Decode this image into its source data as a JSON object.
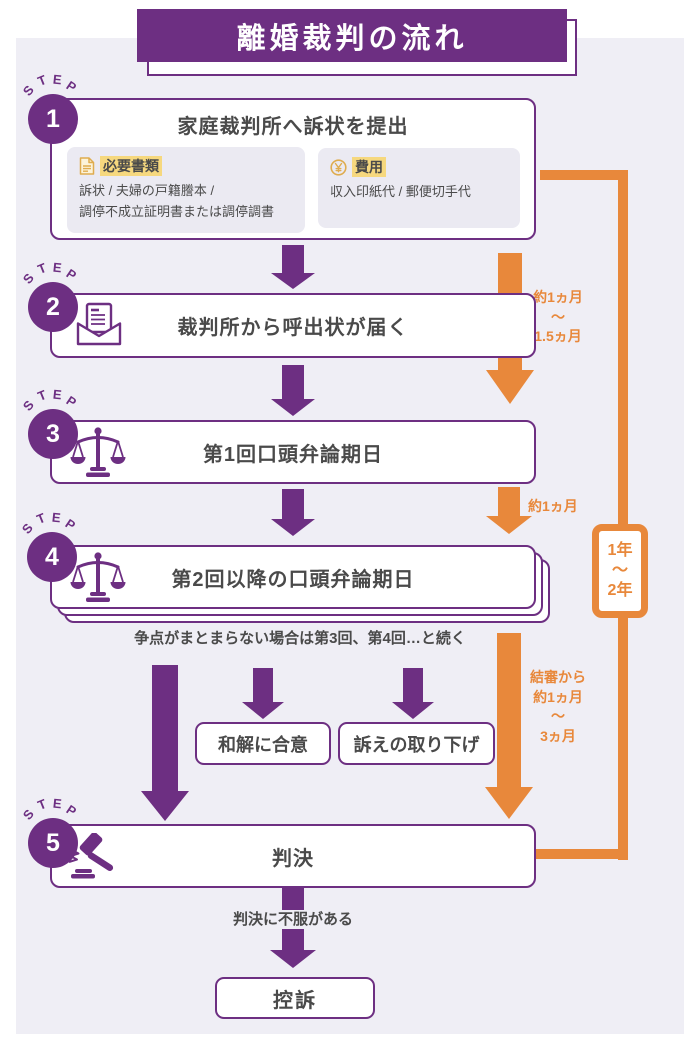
{
  "title": "離婚裁判の流れ",
  "step_word": [
    "S",
    "T",
    "E",
    "P"
  ],
  "colors": {
    "purple": "#6d2f82",
    "orange": "#E8883B",
    "background": "#EFEEF5",
    "panel": "#EBEAF2",
    "highlight": "#F6D87E",
    "text": "#4a4a4a"
  },
  "step1": {
    "num": "1",
    "title": "家庭裁判所へ訴状を提出",
    "docs": {
      "icon": "document-icon",
      "heading": "必要書類",
      "line1": "訴状 / 夫婦の戸籍謄本 /",
      "line2": "調停不成立証明書または調停調書"
    },
    "cost": {
      "icon": "yen-icon",
      "heading": "費用",
      "body": "収入印紙代 / 郵便切手代"
    }
  },
  "step2": {
    "num": "2",
    "icon": "envelope-icon",
    "title": "裁判所から呼出状が届く"
  },
  "step3": {
    "num": "3",
    "icon": "scales-icon",
    "title": "第1回口頭弁論期日"
  },
  "step4": {
    "num": "4",
    "icon": "scales-icon",
    "title": "第2回以降の口頭弁論期日",
    "note": "争点がまとまらない場合は第3回、第4回…と続く"
  },
  "step5": {
    "num": "5",
    "icon": "gavel-icon",
    "title": "判決"
  },
  "branches": {
    "settlement": "和解に合意",
    "withdrawal": "訴えの取り下げ"
  },
  "appeal": {
    "condition": "判決に不服がある",
    "label": "控訴"
  },
  "durations": {
    "step1_to_3": [
      "約1ヵ月",
      "〜",
      "1.5ヵ月"
    ],
    "step3_to_4": "約1ヵ月",
    "step4_to_5": [
      "結審から",
      "約1ヵ月",
      "〜",
      "3ヵ月"
    ],
    "total": [
      "1年",
      "〜",
      "2年"
    ]
  }
}
